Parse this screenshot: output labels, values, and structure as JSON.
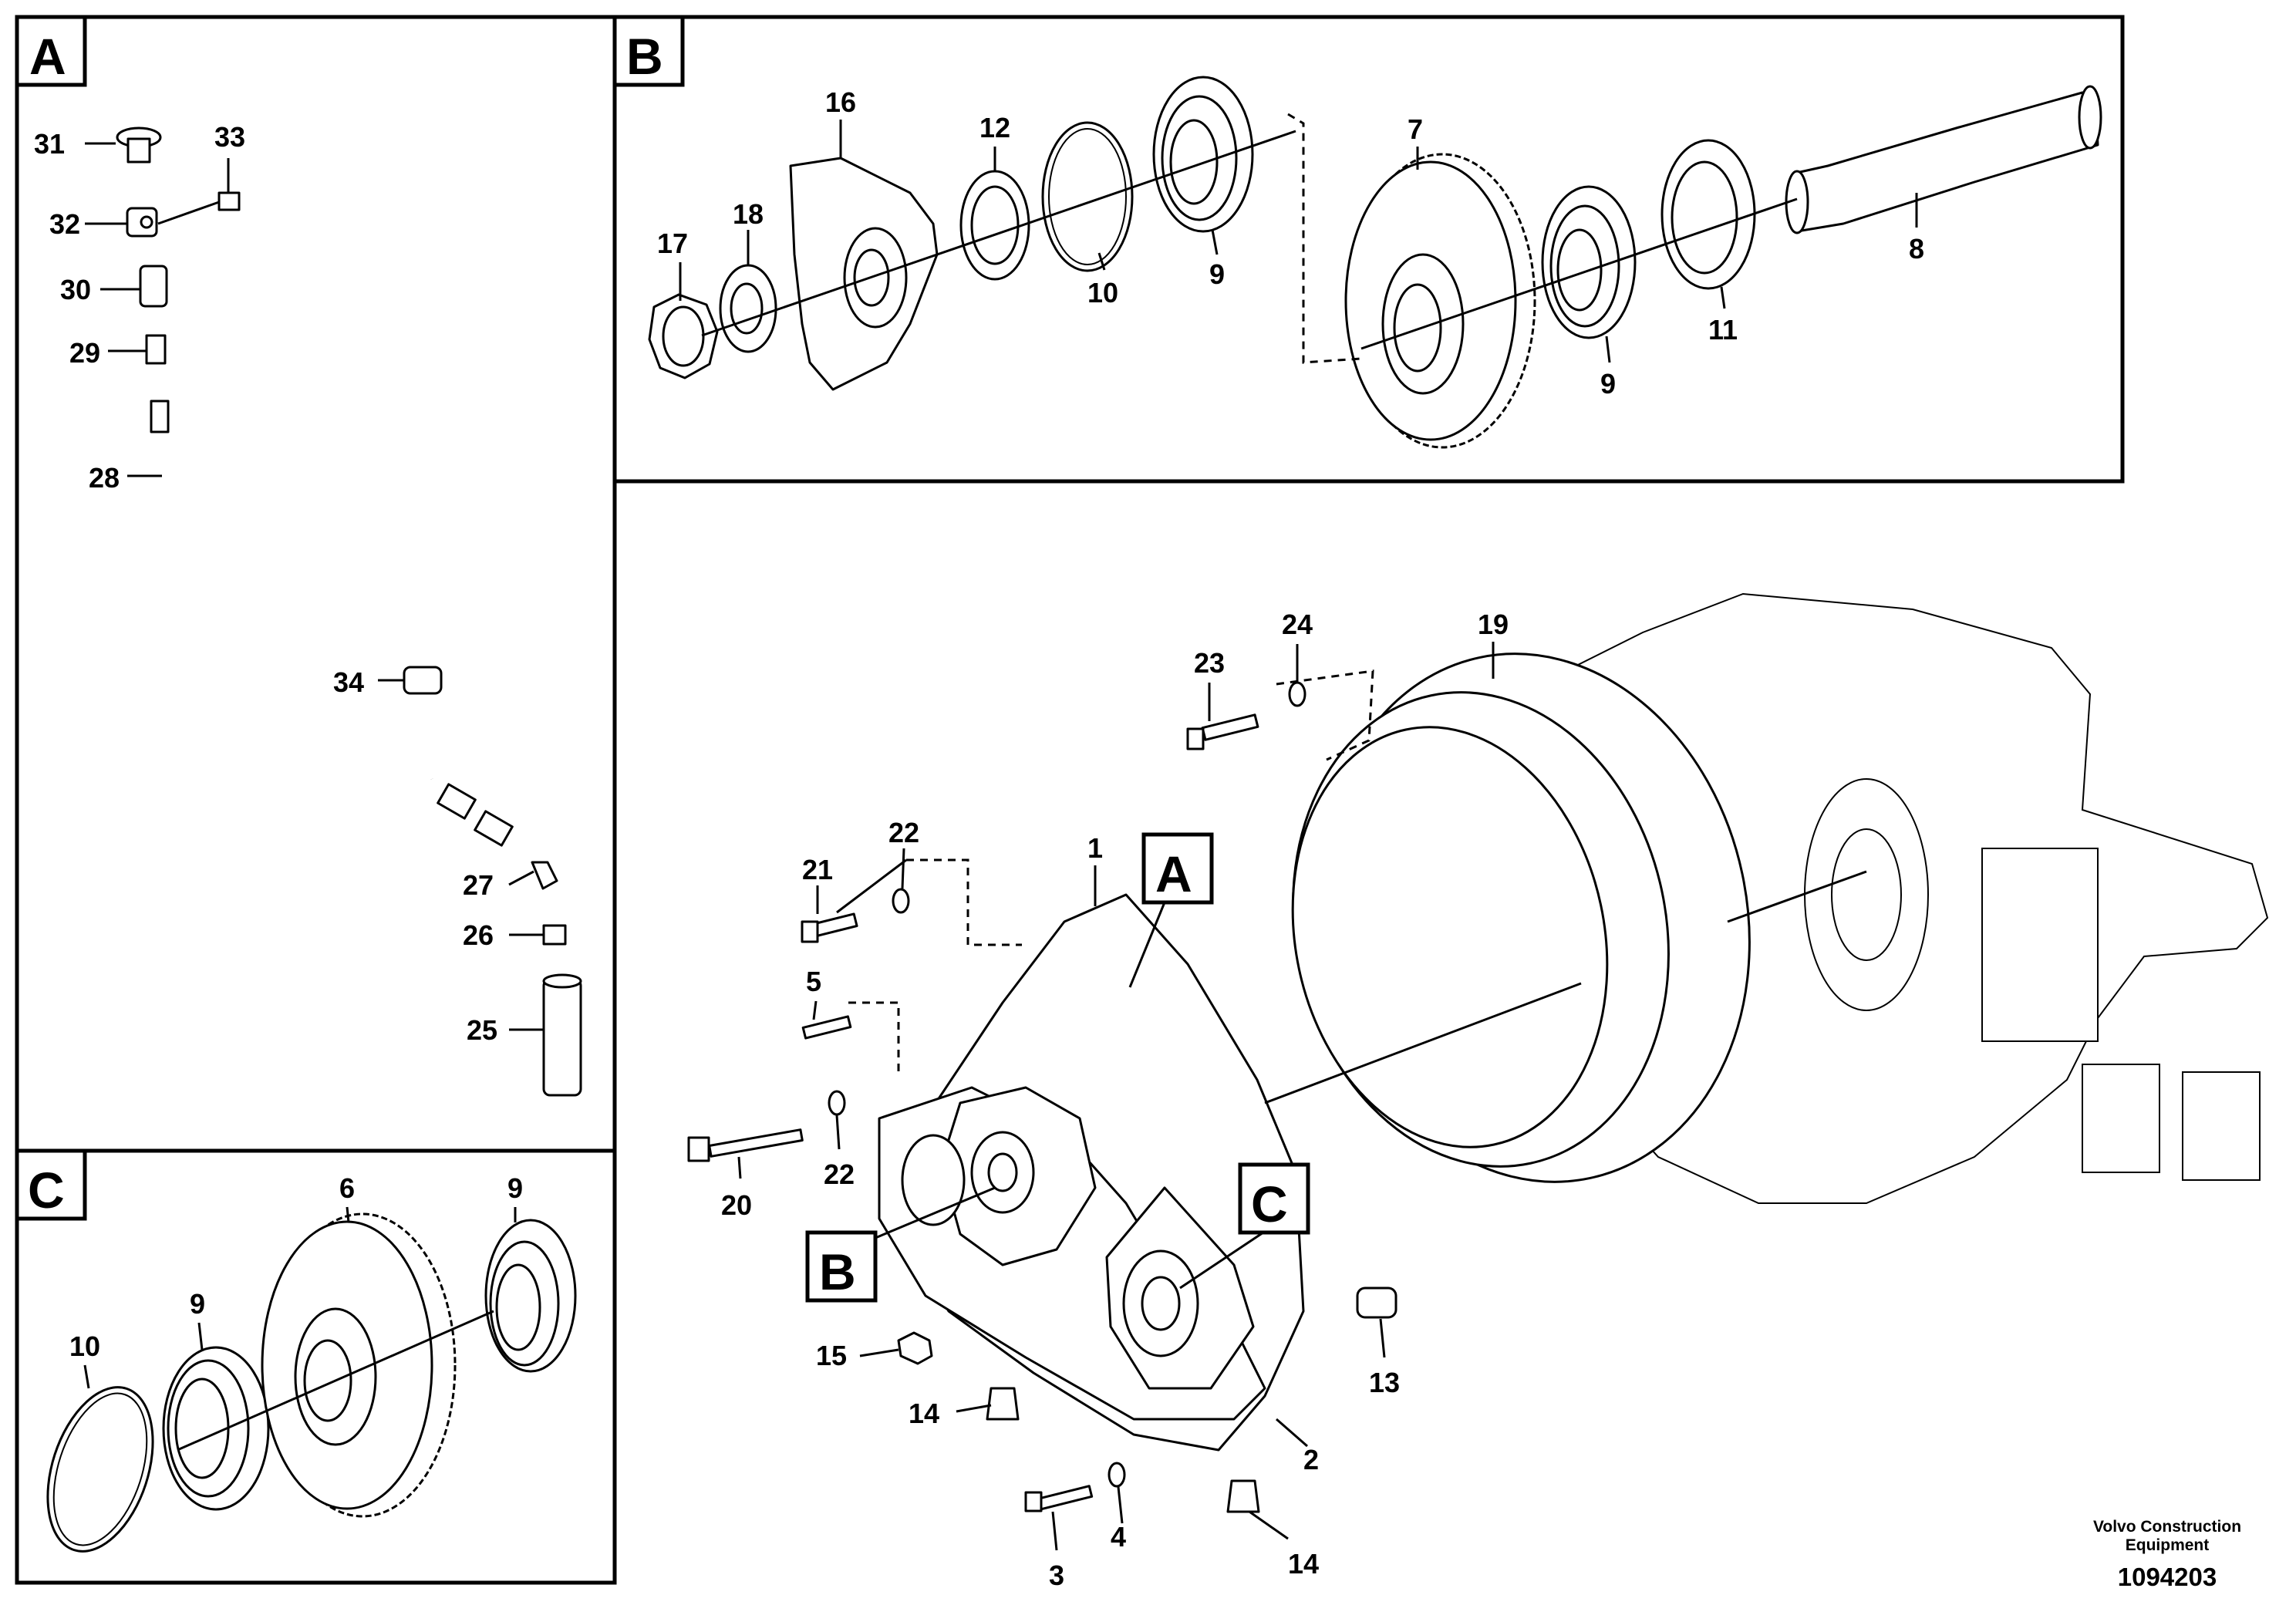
{
  "diagram": {
    "panels": [
      {
        "id": "A",
        "label": "A"
      },
      {
        "id": "B",
        "label": "B"
      },
      {
        "id": "C",
        "label": "C"
      }
    ],
    "callouts": {
      "main_A": "A",
      "main_B": "B",
      "main_C": "C"
    },
    "part_numbers": {
      "p1": "1",
      "p2": "2",
      "p3": "3",
      "p4": "4",
      "p5": "5",
      "p6": "6",
      "p7": "7",
      "p8": "8",
      "p9a": "9",
      "p9b": "9",
      "p9c": "9",
      "p9d": "9",
      "p10a": "10",
      "p10b": "10",
      "p11": "11",
      "p12": "12",
      "p13": "13",
      "p14a": "14",
      "p14b": "14",
      "p15": "15",
      "p16": "16",
      "p17": "17",
      "p18": "18",
      "p19": "19",
      "p20": "20",
      "p21": "21",
      "p22a": "22",
      "p22b": "22",
      "p23": "23",
      "p24": "24",
      "p25": "25",
      "p26": "26",
      "p27": "27",
      "p28": "28",
      "p29": "29",
      "p30": "30",
      "p31": "31",
      "p32": "32",
      "p33": "33",
      "p34": "34"
    },
    "brand_line1": "Volvo Construction",
    "brand_line2": "Equipment",
    "drawing_number": "1094203"
  }
}
